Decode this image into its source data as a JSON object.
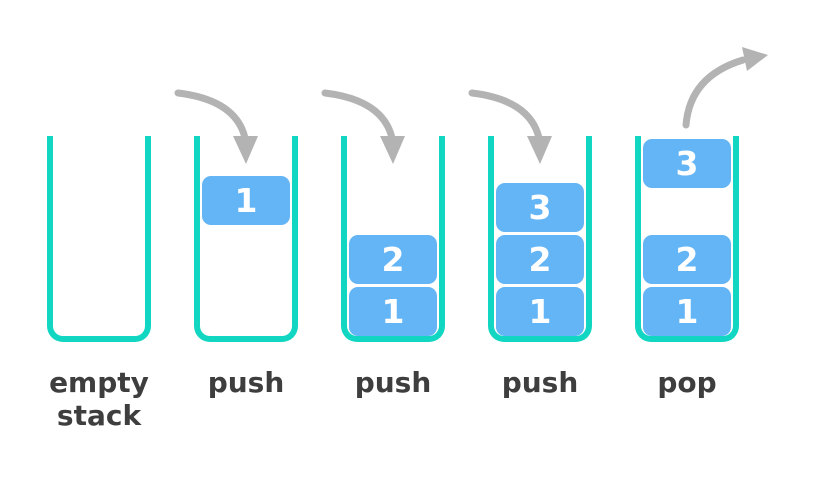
{
  "diagram": {
    "name": "stack-push-pop-operations",
    "background": "#ffffff"
  },
  "colors": {
    "container_stroke": "#11d6c1",
    "box_fill": "#64b5f6",
    "box_text": "#ffffff",
    "arrow": "#b3b3b3",
    "label_text": "#3e3e3e"
  },
  "stacks": [
    {
      "label": "empty stack",
      "arrow": "none",
      "boxes": []
    },
    {
      "label": "push",
      "arrow": "push-in",
      "boxes": [
        {
          "value": "1",
          "position": "dropping-in"
        }
      ]
    },
    {
      "label": "push",
      "arrow": "push-in",
      "boxes": [
        {
          "value": "2",
          "position": "level-2"
        },
        {
          "value": "1",
          "position": "level-1"
        }
      ]
    },
    {
      "label": "push",
      "arrow": "push-in",
      "boxes": [
        {
          "value": "3",
          "position": "level-3"
        },
        {
          "value": "2",
          "position": "level-2"
        },
        {
          "value": "1",
          "position": "level-1"
        }
      ]
    },
    {
      "label": "pop",
      "arrow": "pop-out",
      "boxes": [
        {
          "value": "3",
          "position": "popping-out"
        },
        {
          "value": "2",
          "position": "level-2"
        },
        {
          "value": "1",
          "position": "level-1"
        }
      ]
    }
  ]
}
